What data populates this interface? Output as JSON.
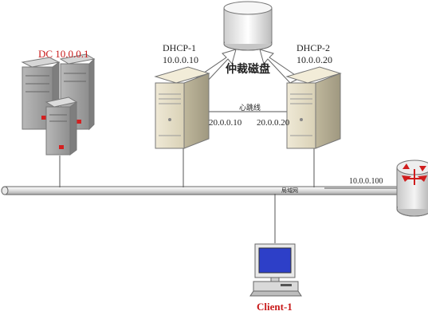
{
  "diagram": {
    "dc": {
      "label": "DC 10.0.0.1",
      "color": "#c81a1a"
    },
    "storage": {
      "label": "仲裁磁盘"
    },
    "dhcp1": {
      "name": "DHCP-1",
      "ip": "10.0.0.10",
      "heartbeat_ip": "20.0.0.10"
    },
    "dhcp2": {
      "name": "DHCP-2",
      "ip": "10.0.0.20",
      "heartbeat_ip": "20.0.0.20"
    },
    "heartbeat_label": "心跳线",
    "lan_label": "局域网",
    "router": {
      "ip": "10.0.0.100",
      "color": "#d01d1d"
    },
    "client": {
      "label": "Client-1",
      "color": "#c81a1a"
    }
  }
}
